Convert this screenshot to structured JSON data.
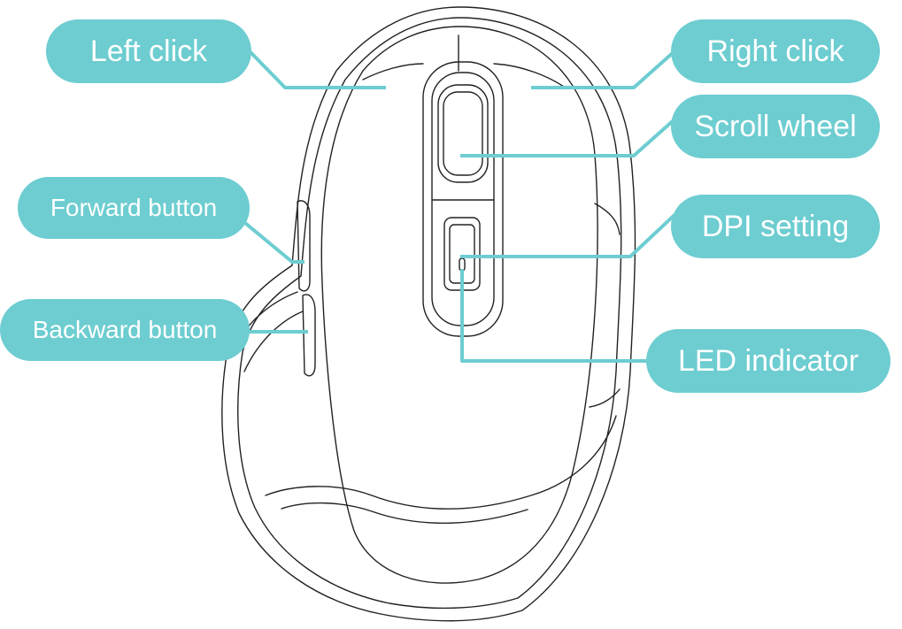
{
  "labels": {
    "left_click": "Left click",
    "right_click": "Right click",
    "scroll_wheel": "Scroll wheel",
    "forward_button": "Forward button",
    "dpi_setting": "DPI setting",
    "backward_button": "Backward button",
    "led_indicator": "LED indicator"
  },
  "colors": {
    "label_fill": "#6dcdd1",
    "label_text": "#ffffff",
    "outline": "#222222",
    "background": "#ffffff"
  }
}
